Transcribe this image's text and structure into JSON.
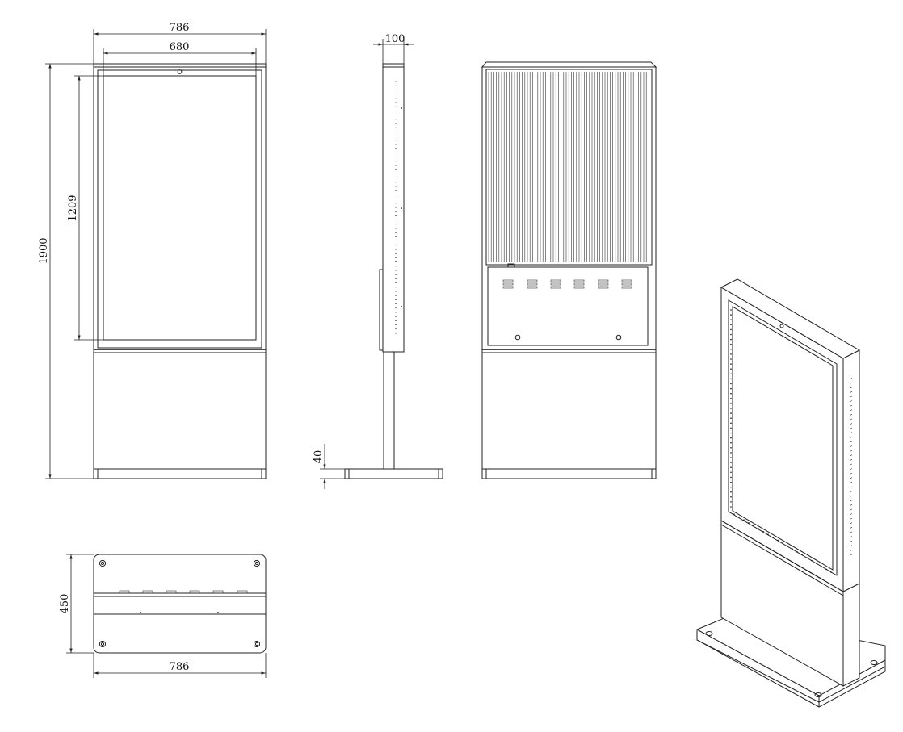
{
  "dimensions": {
    "front_width": "786",
    "screen_width": "680",
    "total_height": "1900",
    "screen_height": "1209",
    "side_depth": "100",
    "base_thickness": "40",
    "top_depth": "450",
    "top_width": "786"
  },
  "colors": {
    "line": "#222222",
    "background": "#ffffff"
  }
}
